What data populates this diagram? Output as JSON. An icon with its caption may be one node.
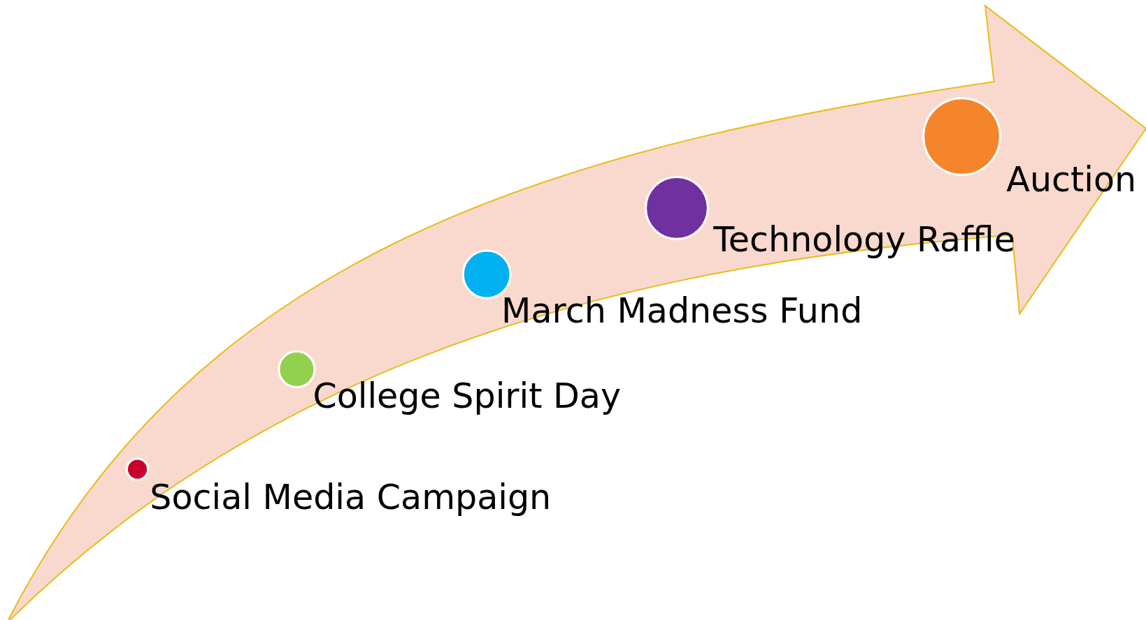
{
  "diagram": {
    "nodes": [
      {
        "text": [],
        "shape": "circle",
        "beside": [
          "Social Media Campaign"
        ]
      },
      {
        "text": [],
        "shape": "circle",
        "beside": [
          "College Spirit Day"
        ]
      },
      {
        "text": [],
        "shape": "circle",
        "beside": [
          "March Madness Fund"
        ]
      },
      {
        "text": [],
        "shape": "circle",
        "beside": [
          "Technology Raffle"
        ]
      },
      {
        "text": [],
        "shape": "circle",
        "beside": [
          "Auction"
        ]
      }
    ]
  }
}
